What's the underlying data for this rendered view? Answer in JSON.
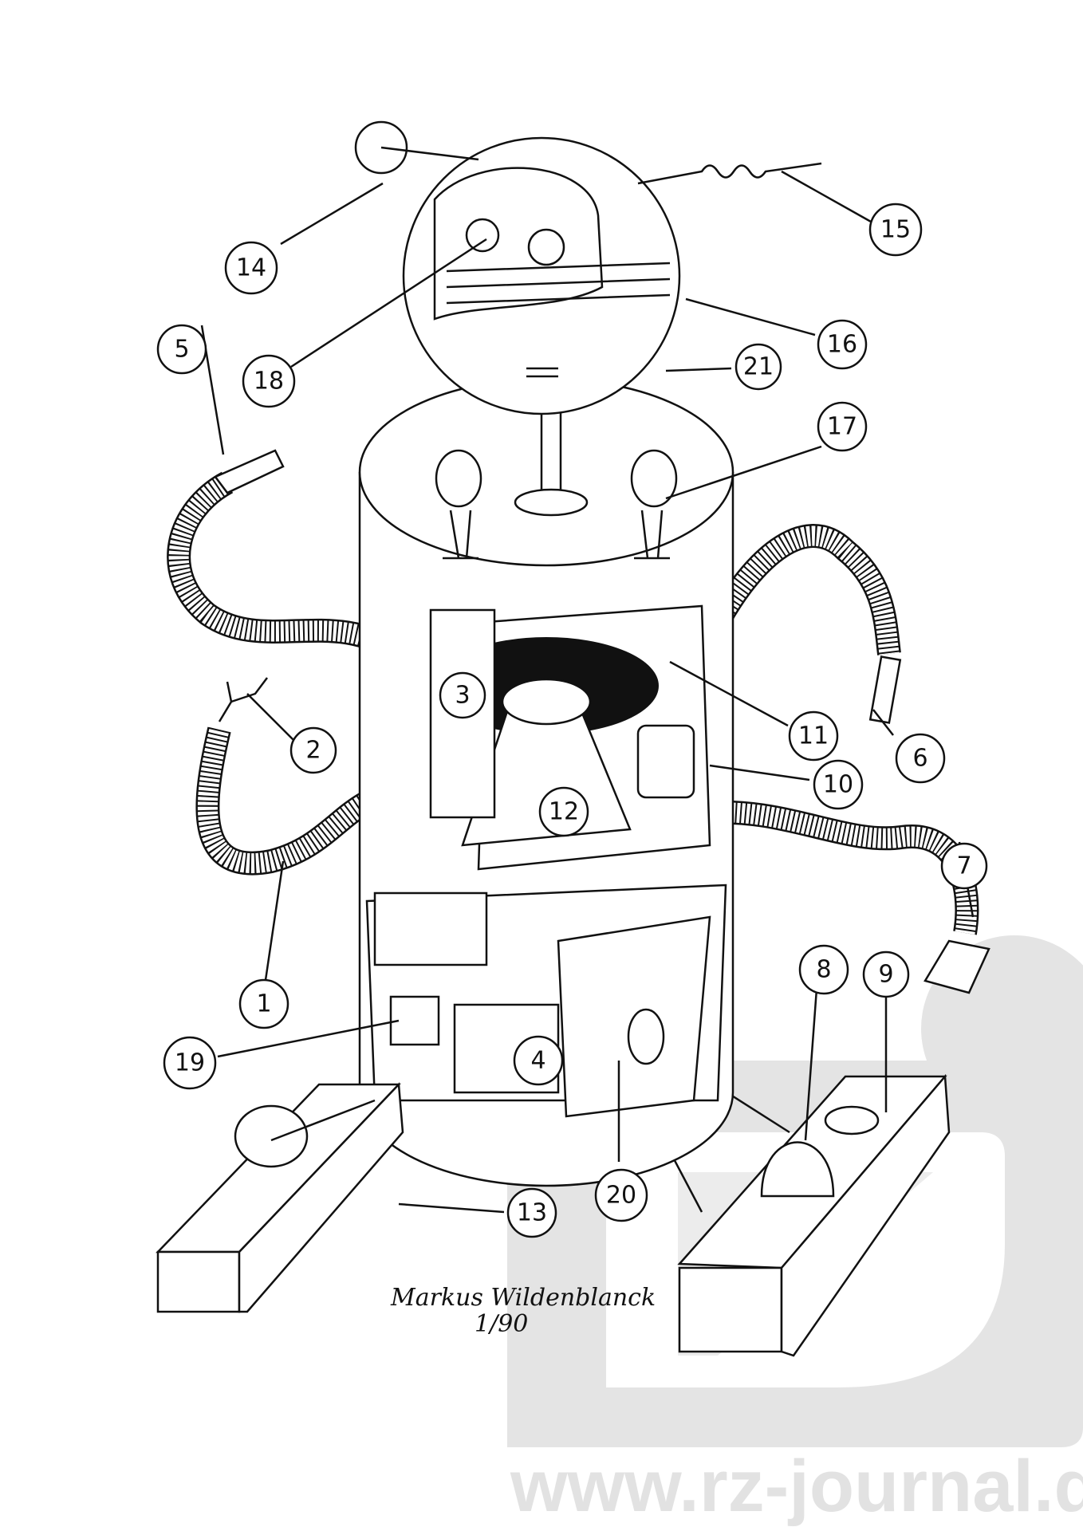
{
  "title": "Robot cutaway illustration",
  "callouts": [
    "1",
    "2",
    "3",
    "4",
    "5",
    "6",
    "7",
    "8",
    "9",
    "10",
    "11",
    "12",
    "13",
    "14",
    "15",
    "16",
    "17",
    "18",
    "19",
    "20",
    "21"
  ],
  "signature": {
    "name": "Markus Wildenblanck",
    "date": "1/90"
  },
  "watermark": {
    "logo": "rz",
    "url": "www.rz-journal.de"
  },
  "colors": {
    "ink": "#111111",
    "watermark": "#e4e4e4",
    "paper": "#ffffff"
  }
}
